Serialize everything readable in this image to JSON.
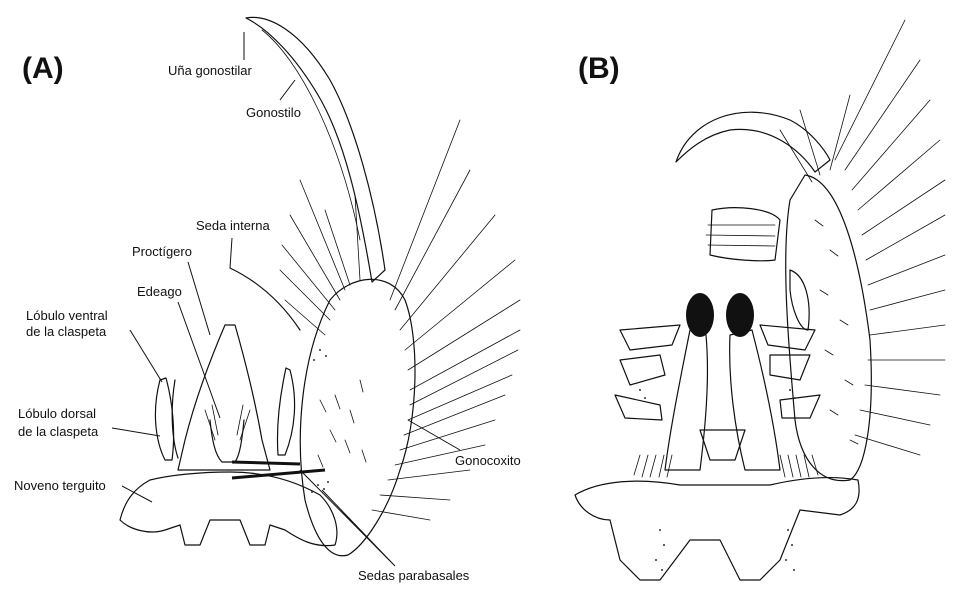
{
  "panels": {
    "a": {
      "letter": "(A)",
      "labels": {
        "una_gonostilar": "Uña gonostilar",
        "gonostilo": "Gonostilo",
        "seda_interna": "Seda interna",
        "proctigero": "Proctígero",
        "edeago": "Edeago",
        "lobulo_ventral_1": "Lóbulo ventral",
        "lobulo_ventral_2": "de la claspeta",
        "lobulo_dorsal_1": "Lóbulo dorsal",
        "lobulo_dorsal_2": "de la claspeta",
        "noveno_terguito": "Noveno terguito",
        "gonocoxito": "Gonocoxito",
        "sedas_parabasales": "Sedas parabasales"
      }
    },
    "b": {
      "letter": "(B)"
    }
  },
  "colors": {
    "ink": "#111111",
    "background": "#ffffff"
  }
}
